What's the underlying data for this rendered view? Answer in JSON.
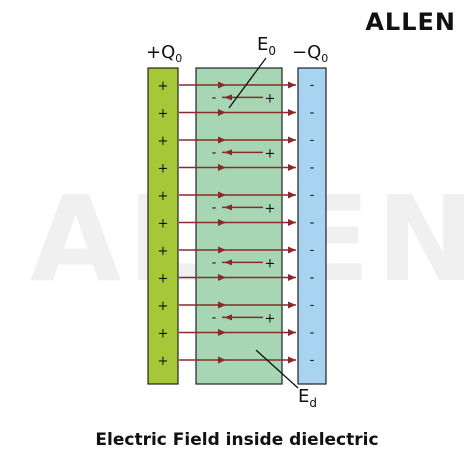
{
  "brand": {
    "logo": "ALLEN",
    "watermark": "ALLEN"
  },
  "labels": {
    "positive_plate": "+Q",
    "positive_plate_sub": "0",
    "negative_plate": "−Q",
    "negative_plate_sub": "0",
    "applied_field": "E",
    "applied_field_sub": "0",
    "induced_field": "E",
    "induced_field_sub": "d"
  },
  "caption": "Electric Field inside dielectric",
  "plate_signs": {
    "positive": "+",
    "negative": "-"
  },
  "dipole_signs": {
    "negative": "-",
    "positive": "+"
  },
  "colors": {
    "positive_plate": "#a6c838",
    "negative_plate": "#a8d4f2",
    "dielectric": "#a7d6b5",
    "field_line": "#8b2a2a",
    "outline": "#222222"
  }
}
